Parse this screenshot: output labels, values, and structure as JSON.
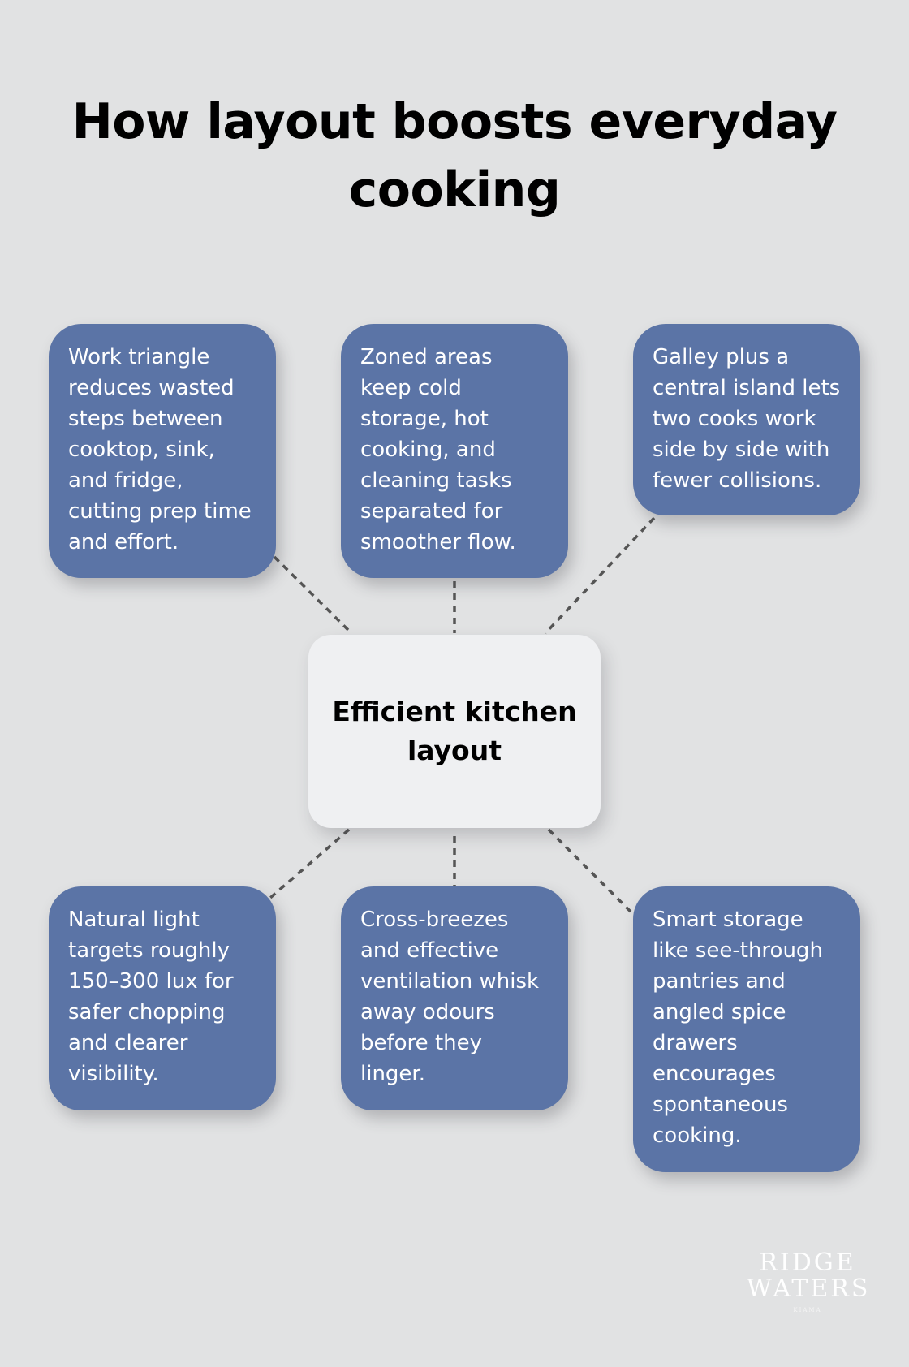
{
  "title": "How layout boosts everyday cooking",
  "center": {
    "label": "Efficient kitchen layout"
  },
  "nodes": [
    {
      "text": "Work triangle reduces wasted steps between cooktop, sink, and fridge, cutting prep time and effort."
    },
    {
      "text": "Zoned areas keep cold storage, hot cooking, and cleaning tasks separated for smoother flow."
    },
    {
      "text": "Galley plus a central island lets two cooks work side by side with fewer collisions."
    },
    {
      "text": "Natural light targets roughly 150–300 lux for safer chopping and clearer visibility."
    },
    {
      "text": "Cross-breezes and effective ventilation whisk away odours before they linger."
    },
    {
      "text": "Smart storage like see-through pantries and angled spice drawers encourages spontaneous cooking."
    }
  ],
  "logo": {
    "line1": "RIDGE",
    "line2": "WATERS",
    "sub": "KIAMA"
  },
  "colors": {
    "background": "#e1e2e3",
    "card": "#5b74a6",
    "center": "#eff0f2",
    "connector": "#555555"
  }
}
